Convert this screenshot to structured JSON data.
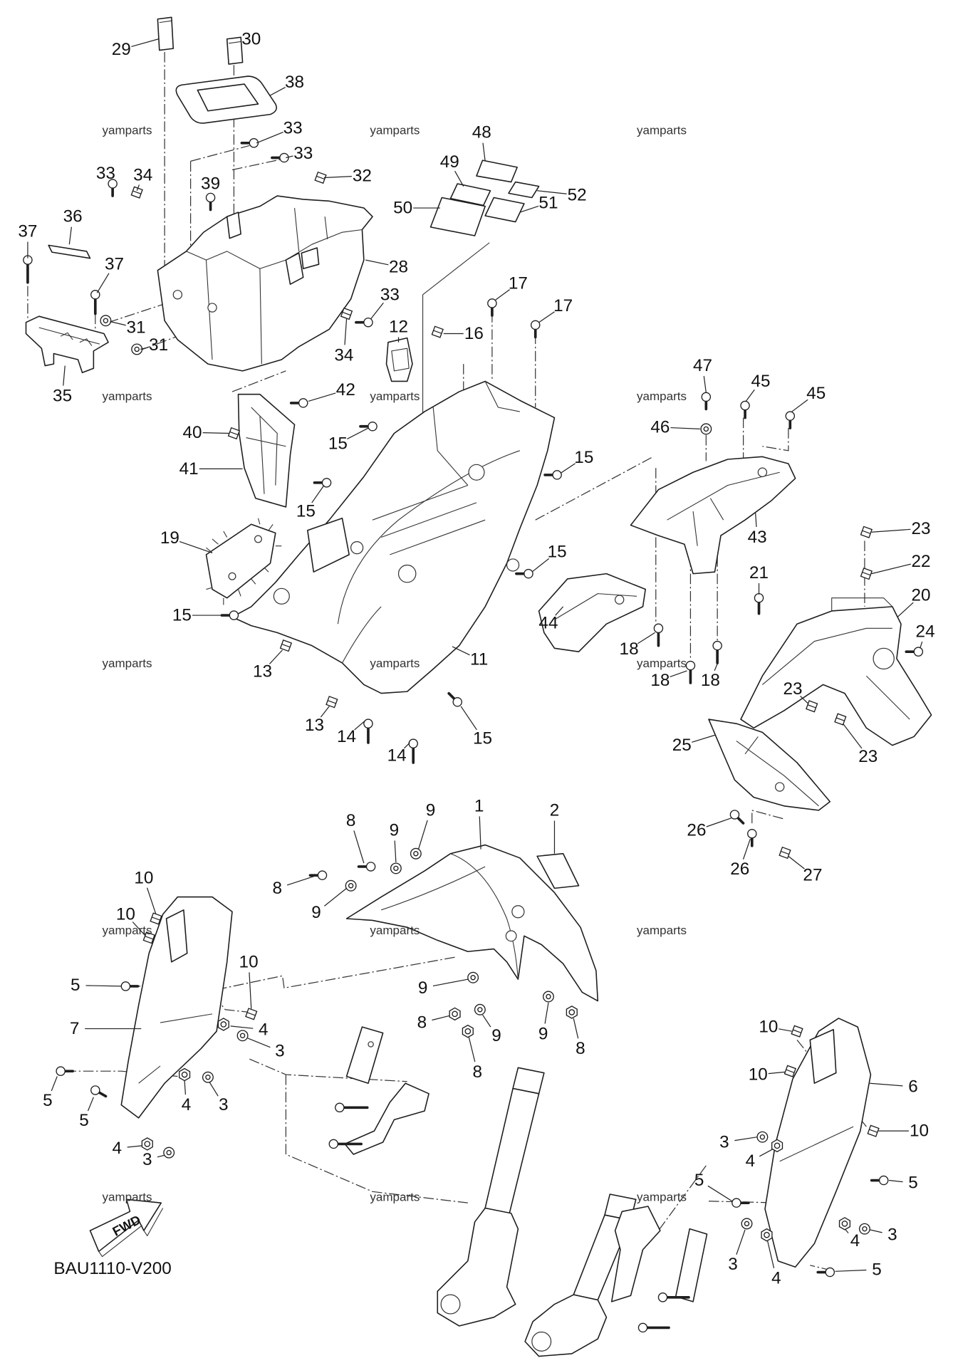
{
  "diagram_code": "BAU1110-V200",
  "fwd_label": "FWD",
  "watermark": "yamparts",
  "callouts": [
    "29",
    "30",
    "38",
    "33",
    "33",
    "32",
    "33",
    "34",
    "39",
    "36",
    "37",
    "37",
    "28",
    "33",
    "31",
    "31",
    "34",
    "35",
    "48",
    "49",
    "50",
    "52",
    "51",
    "17",
    "17",
    "12",
    "16",
    "42",
    "47",
    "45",
    "45",
    "46",
    "15",
    "40",
    "41",
    "15",
    "15",
    "19",
    "23",
    "22",
    "43",
    "21",
    "20",
    "15",
    "24",
    "15",
    "44",
    "18",
    "11",
    "13",
    "13",
    "18",
    "18",
    "23",
    "14",
    "14",
    "15",
    "25",
    "23",
    "26",
    "26",
    "27",
    "1",
    "2",
    "9",
    "8",
    "9",
    "8",
    "9",
    "10",
    "10",
    "10",
    "5",
    "9",
    "7",
    "4",
    "8",
    "9",
    "9",
    "8",
    "3",
    "8",
    "5",
    "4",
    "3",
    "5",
    "4",
    "3",
    "10",
    "10",
    "6",
    "10",
    "3",
    "4",
    "5",
    "5",
    "4",
    "3",
    "3",
    "4",
    "5"
  ]
}
